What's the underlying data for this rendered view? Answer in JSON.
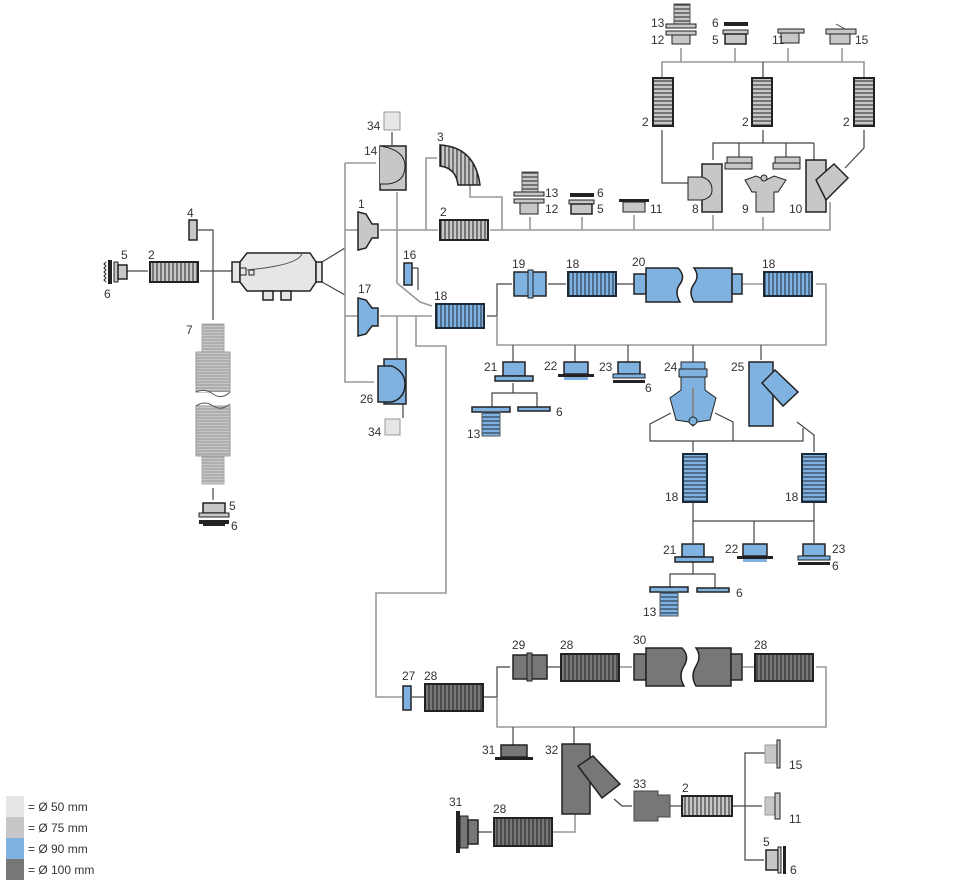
{
  "colors": {
    "d50": "#e6e6e6",
    "d75": "#c7c7c7",
    "d90": "#7fb2e0",
    "d100": "#777777",
    "outline": "#222222",
    "line_dark": "#444444",
    "line_grey": "#999999"
  },
  "legend": [
    {
      "key": "d50",
      "label": "= Ø 50 mm"
    },
    {
      "key": "d75",
      "label": "= Ø 75 mm"
    },
    {
      "key": "d90",
      "label": "= Ø 90 mm"
    },
    {
      "key": "d100",
      "label": "= Ø 100 mm"
    }
  ],
  "labels": {
    "l1": "1",
    "l2": "2",
    "l3": "3",
    "l4": "4",
    "l5": "5",
    "l6": "6",
    "l7": "7",
    "l8": "8",
    "l9": "9",
    "l10": "10",
    "l11": "11",
    "l12": "12",
    "l13": "13",
    "l14": "14",
    "l15": "15",
    "l16": "16",
    "l17": "17",
    "l18": "18",
    "l19": "19",
    "l20": "20",
    "l21": "21",
    "l22": "22",
    "l23": "23",
    "l24": "24",
    "l25": "25",
    "l26": "26",
    "l27": "27",
    "l28": "28",
    "l29": "29",
    "l30": "30",
    "l31": "31",
    "l32": "32",
    "l33": "33",
    "l34": "34"
  }
}
